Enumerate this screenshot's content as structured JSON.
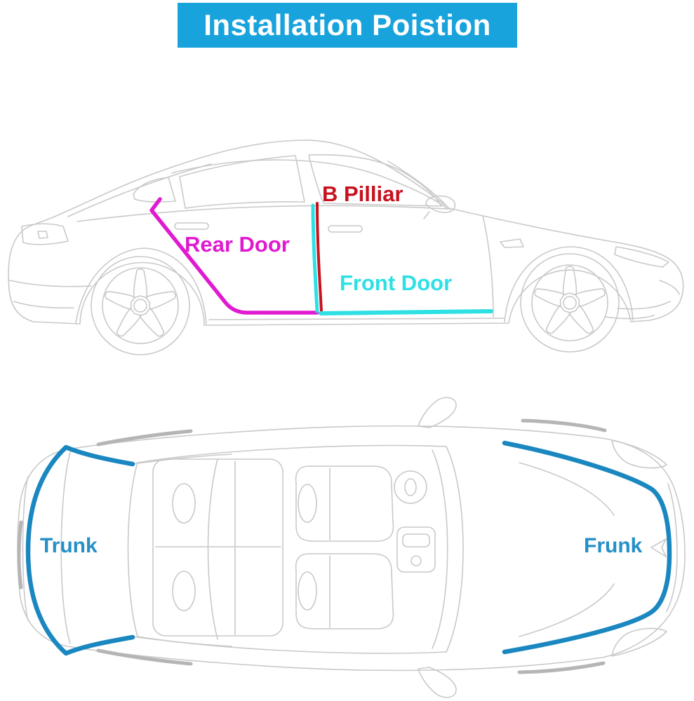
{
  "title": {
    "text": "Installation Poistion"
  },
  "colors": {
    "banner_bg": "#18a3dc",
    "banner_text": "#ffffff",
    "rear_door": "#e01ad0",
    "b_pillar": "#c8121e",
    "front_door": "#2ee0e4",
    "trunk_frunk_line": "#1b87c0",
    "trunk_frunk_label": "#2590c8",
    "car_outline": "#c9c9c9",
    "car_accent": "#b5b5b5"
  },
  "side_view": {
    "rear_door_label": "Rear Door",
    "b_pillar_label": "B Pilliar",
    "front_door_label": "Front Door"
  },
  "top_view": {
    "trunk_label": "Trunk",
    "frunk_label": "Frunk"
  }
}
